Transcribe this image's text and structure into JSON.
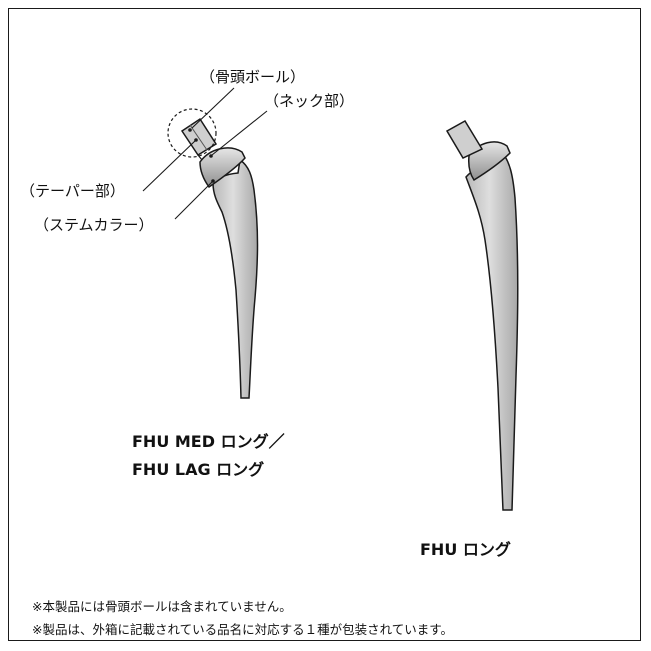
{
  "labels": {
    "head_ball": "（骨頭ボール）",
    "neck": "（ネック部）",
    "taper": "（テーパー部）",
    "stem_collar": "（ステムカラー）"
  },
  "captions": {
    "left_line1": "FHU MED ロング／",
    "left_line2": "FHU LAG ロング",
    "right": "FHU ロング"
  },
  "notes": [
    "※本製品には骨頭ボールは含まれていません。",
    "※製品は、外箱に記載されている品名に対応する１種が包装されています。"
  ]
}
